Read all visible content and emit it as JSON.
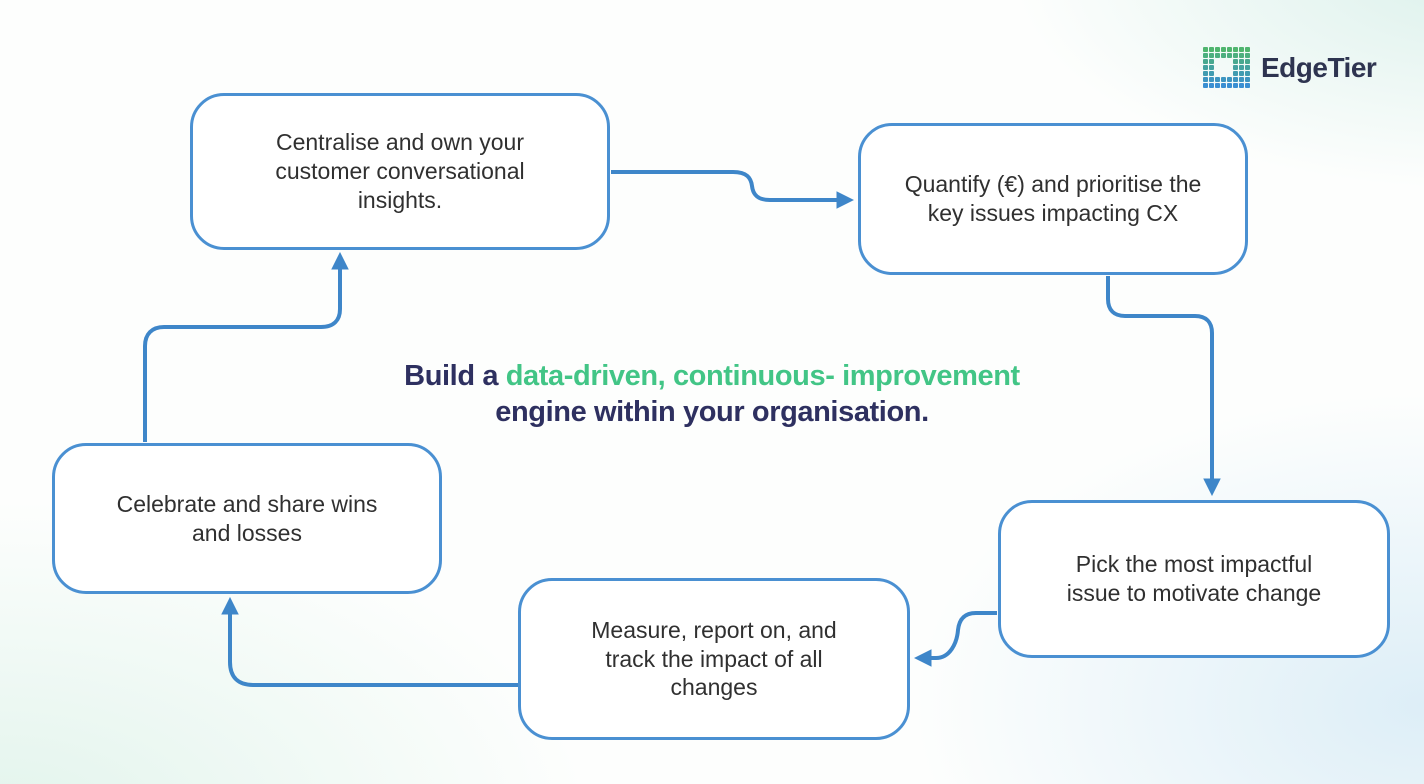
{
  "logo": {
    "text": "EdgeTier",
    "icon": "dot-grid-logo-icon"
  },
  "title": {
    "part1": "Build a",
    "highlight": "data-driven, continuous- improvement",
    "part2": "engine within your organisation."
  },
  "boxes": [
    {
      "id": "centralise",
      "text": "Centralise and own your customer conversational insights."
    },
    {
      "id": "quantify",
      "text": "Quantify (€) and prioritise the key issues impacting CX"
    },
    {
      "id": "pick",
      "text": "Pick the most impactful issue to motivate change"
    },
    {
      "id": "measure",
      "text": "Measure, report on, and track the impact of all changes"
    },
    {
      "id": "celebrate",
      "text": "Celebrate and share wins and losses"
    }
  ],
  "arrows": [
    {
      "from": "centralise",
      "to": "quantify"
    },
    {
      "from": "quantify",
      "to": "pick"
    },
    {
      "from": "pick",
      "to": "measure"
    },
    {
      "from": "measure",
      "to": "celebrate"
    },
    {
      "from": "celebrate",
      "to": "centralise"
    }
  ],
  "style": {
    "arrow_color": "#3E86C9",
    "box_border_color": "#4A90D2",
    "box_background": "#FFFFFF",
    "box_text_color": "#303030",
    "title_color": "#2E3060",
    "title_highlight_color": "#42C586",
    "logo_text_color": "#2E3450",
    "logo_green": "#4FB56E",
    "logo_blue": "#3A8FD2",
    "background_tint_green": "#E2F4EC",
    "background_tint_blue": "#DDEEF7"
  }
}
